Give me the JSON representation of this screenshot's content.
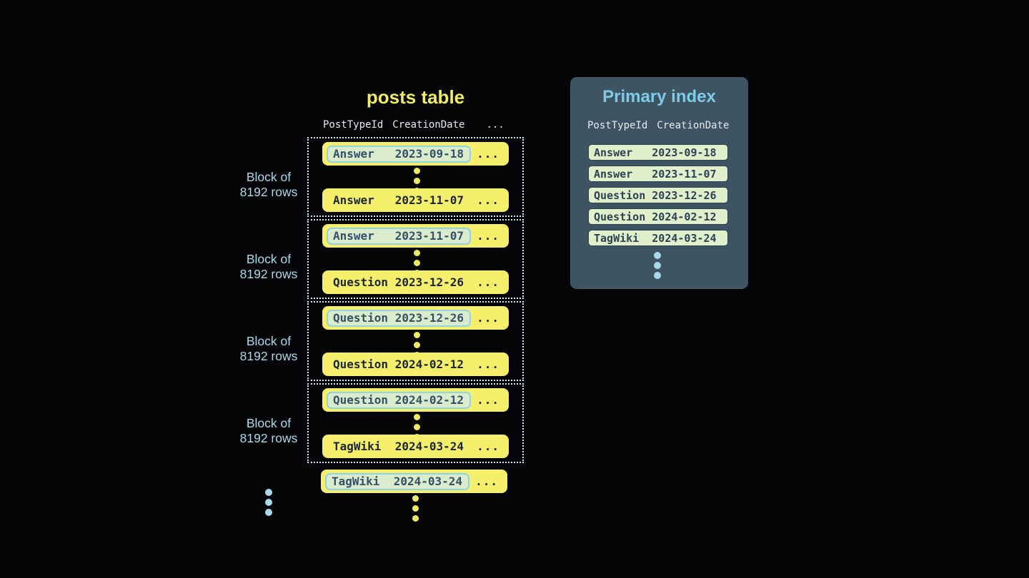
{
  "posts_table": {
    "title": "posts table",
    "columns": {
      "col1": "PostTypeId",
      "col2": "CreationDate",
      "col3": "..."
    },
    "row_ellipsis": "...",
    "blocks": [
      {
        "label": "Block of\n8192 rows",
        "first": {
          "type": "Answer",
          "date": "2023-09-18"
        },
        "last": {
          "type": "Answer",
          "date": "2023-11-07"
        }
      },
      {
        "label": "Block of\n8192 rows",
        "first": {
          "type": "Answer",
          "date": "2023-11-07"
        },
        "last": {
          "type": "Question",
          "date": "2023-12-26"
        }
      },
      {
        "label": "Block of\n8192 rows",
        "first": {
          "type": "Question",
          "date": "2023-12-26"
        },
        "last": {
          "type": "Question",
          "date": "2024-02-12"
        }
      },
      {
        "label": "Block of\n8192 rows",
        "first": {
          "type": "Question",
          "date": "2024-02-12"
        },
        "last": {
          "type": "TagWiki",
          "date": "2024-03-24"
        }
      }
    ],
    "overflow_row": {
      "type": "TagWiki",
      "date": "2024-03-24"
    }
  },
  "primary_index": {
    "title": "Primary index",
    "columns": {
      "col1": "PostTypeId",
      "col2": "CreationDate"
    },
    "rows": [
      {
        "type": "Answer",
        "date": "2023-09-18"
      },
      {
        "type": "Answer",
        "date": "2023-11-07"
      },
      {
        "type": "Question",
        "date": "2023-12-26"
      },
      {
        "type": "Question",
        "date": "2024-02-12"
      },
      {
        "type": "TagWiki",
        "date": "2024-03-24"
      }
    ]
  },
  "icons": {
    "more_rows": "vertical-dots"
  },
  "colors": {
    "background": "#050507",
    "row_yellow": "#f5ef6c",
    "accent_yellow": "#f0ea64",
    "highlight_green": "#daeccb",
    "highlight_border_cyan": "#8fd4e5",
    "dark_text": "#1b2630",
    "highlight_text": "#34506a",
    "panel_slate": "#3e5462",
    "panel_title_blue": "#7ecbe9",
    "label_blue": "#a9d9ea",
    "header_text": "#e6edf1",
    "index_pill_green": "#dff0cb",
    "index_pill_text": "#2e4154",
    "dotted_border": "#d2ebf3"
  }
}
